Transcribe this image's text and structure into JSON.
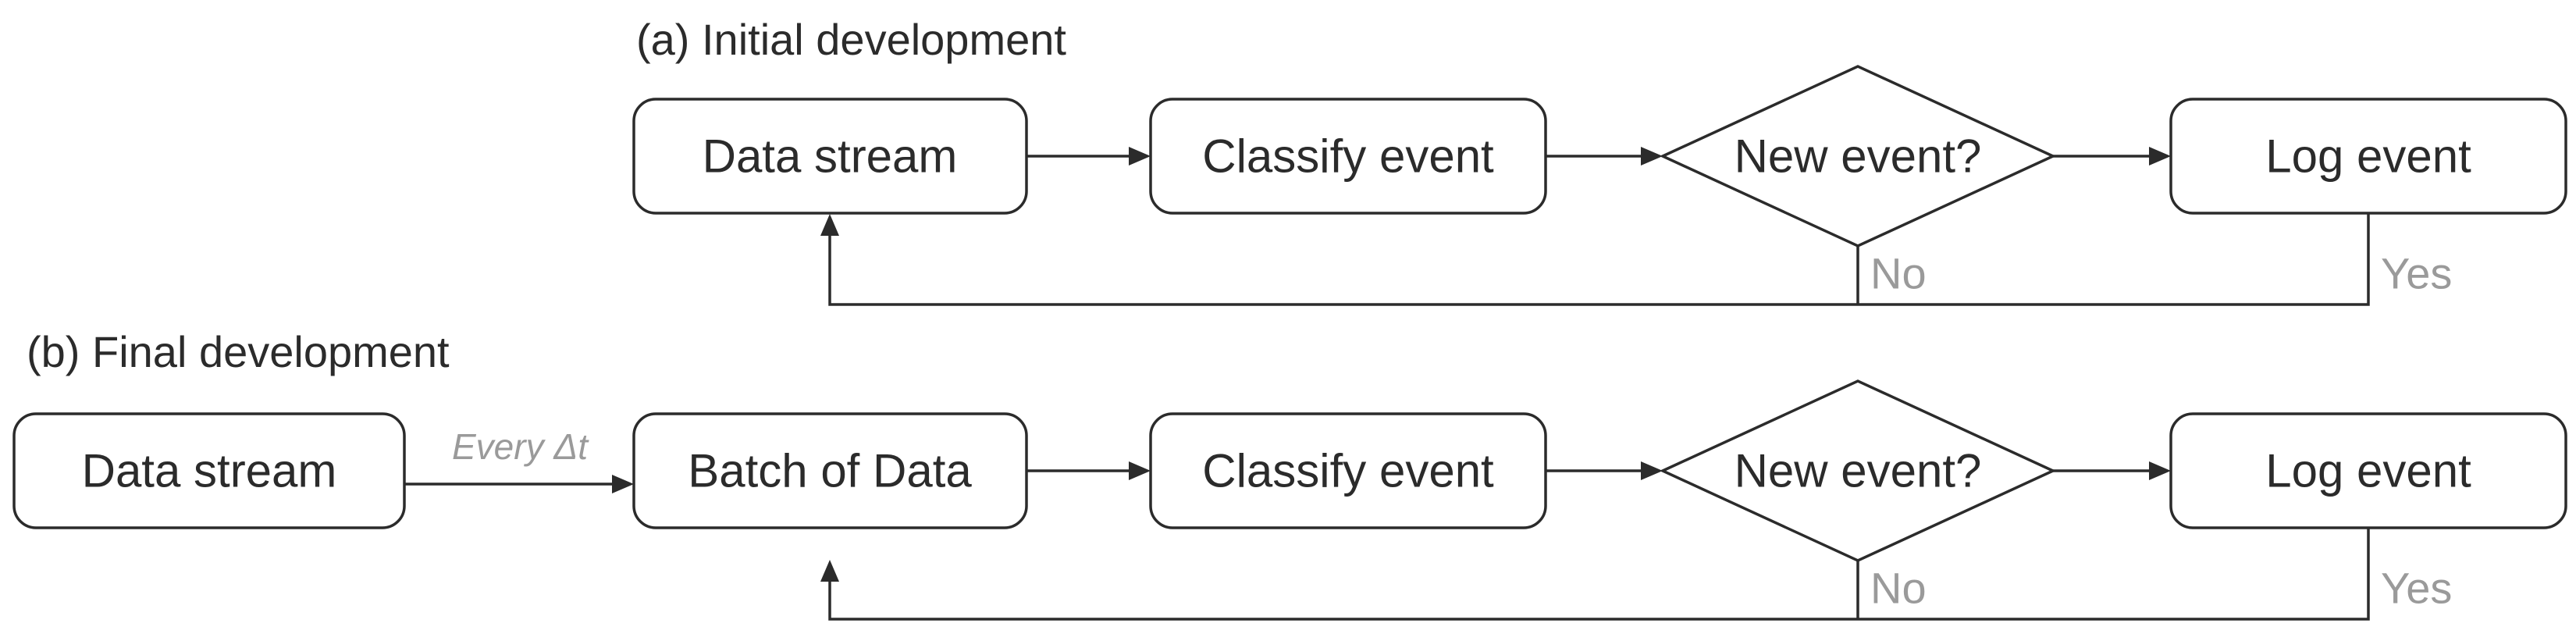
{
  "colors": {
    "stroke": "#2b2b2b",
    "muted_label": "#9a9a9a",
    "background": "#ffffff"
  },
  "flow_a": {
    "title": "(a) Initial development",
    "nodes": {
      "data_stream": "Data stream",
      "classify_event": "Classify event",
      "new_event_decision": "New event?",
      "log_event": "Log event"
    },
    "branch_no": "No",
    "branch_yes": "Yes"
  },
  "flow_b": {
    "title": "(b) Final development",
    "nodes": {
      "data_stream": "Data stream",
      "batch_of_data": "Batch of Data",
      "classify_event": "Classify event",
      "new_event_decision": "New event?",
      "log_event": "Log event"
    },
    "edge_every": "Every Δt",
    "branch_no": "No",
    "branch_yes": "Yes"
  }
}
